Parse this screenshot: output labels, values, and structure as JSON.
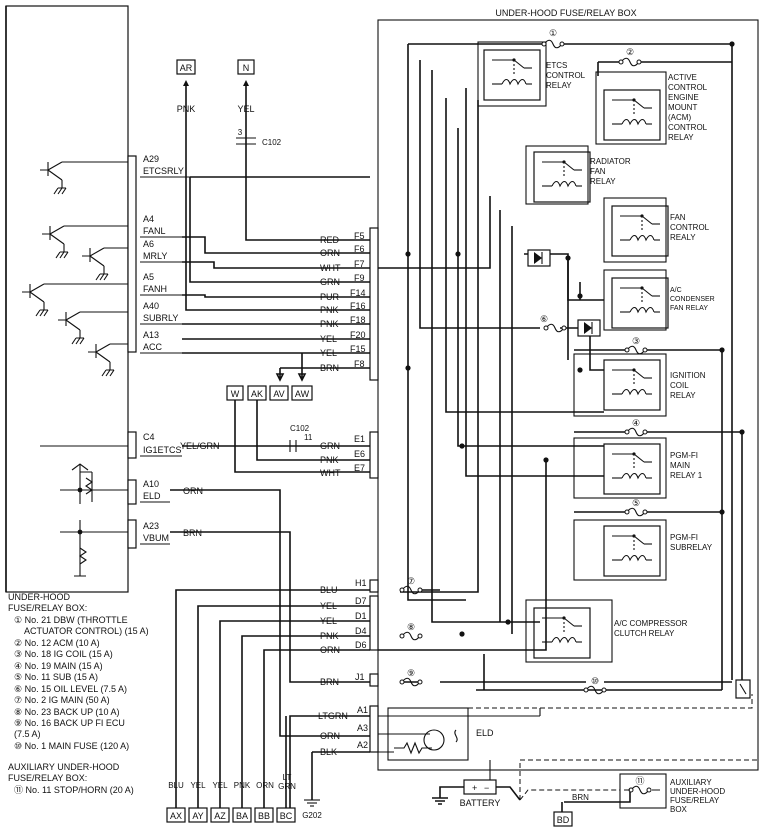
{
  "title": "UNDER-HOOD FUSE/RELAY BOX",
  "connectors": {
    "ar": "AR",
    "n": "N",
    "w": "W",
    "ak": "AK",
    "av": "AV",
    "aw": "AW",
    "ax": "AX",
    "ay": "AY",
    "az": "AZ",
    "ba": "BA",
    "bb": "BB",
    "bc": "BC",
    "bd": "BD"
  },
  "top_wires": {
    "pnk": "PNK",
    "yel": "YEL",
    "pin": "3",
    "conn": "C102"
  },
  "ecm_pins": [
    {
      "pin": "A29",
      "name": "ETCSRLY"
    },
    {
      "pin": "A4",
      "name": "FANL"
    },
    {
      "pin": "A6",
      "name": "MRLY"
    },
    {
      "pin": "A5",
      "name": "FANH"
    },
    {
      "pin": "A40",
      "name": "SUBRLY"
    },
    {
      "pin": "A13",
      "name": "ACC"
    },
    {
      "pin": "C4",
      "name": "IG1ETCS"
    },
    {
      "pin": "A10",
      "name": "ELD"
    },
    {
      "pin": "A23",
      "name": "VBUM"
    }
  ],
  "f_wires": [
    {
      "color": "RED",
      "term": "F5"
    },
    {
      "color": "ORN",
      "term": "F6"
    },
    {
      "color": "WHT",
      "term": "F7"
    },
    {
      "color": "GRN",
      "term": "F9"
    },
    {
      "color": "PUR",
      "term": "F14"
    },
    {
      "color": "PNK",
      "term": "F16"
    },
    {
      "color": "PNK",
      "term": "F18"
    },
    {
      "color": "YEL",
      "term": "F20"
    },
    {
      "color": "YEL",
      "term": "F15"
    },
    {
      "color": "BRN",
      "term": "F8"
    }
  ],
  "e_wires": [
    {
      "color": "GRN",
      "term": "E1"
    },
    {
      "color": "PNK",
      "term": "E6"
    },
    {
      "color": "WHT",
      "term": "E7"
    }
  ],
  "c102b": {
    "conn": "C102",
    "pin": "11"
  },
  "ecm_out": {
    "yelgrn": "YEL/GRN",
    "orn": "ORN",
    "brn": "BRN"
  },
  "lower_wires": [
    {
      "color": "BLU",
      "term": "H1"
    },
    {
      "color": "YEL",
      "term": "D7"
    },
    {
      "color": "YEL",
      "term": "D1"
    },
    {
      "color": "PNK",
      "term": "D4"
    },
    {
      "color": "ORN",
      "term": "D6"
    },
    {
      "color": "BRN",
      "term": "J1"
    }
  ],
  "eld_wires": [
    {
      "color": "LTGRN",
      "term": "A1"
    },
    {
      "color": "ORN",
      "term": "A3"
    },
    {
      "color": "BLK",
      "term": "A2"
    }
  ],
  "relays": {
    "etcs": [
      "ETCS",
      "CONTROL",
      "RELAY"
    ],
    "acm": [
      "ACTIVE",
      "CONTROL",
      "ENGINE",
      "MOUNT",
      "(ACM)",
      "CONTROL",
      "RELAY"
    ],
    "rad": [
      "RADIATOR",
      "FAN",
      "RELAY"
    ],
    "fan": [
      "FAN",
      "CONTROL",
      "REALY"
    ],
    "acfan": [
      "A/C",
      "CONDENSER",
      "FAN RELAY"
    ],
    "ign": [
      "IGNITION",
      "COIL",
      "RELAY"
    ],
    "pgm1": [
      "PGM-FI",
      "MAIN",
      "RELAY 1"
    ],
    "pgmsub": [
      "PGM-FI",
      "SUBRELAY"
    ],
    "acc": [
      "A/C COMPRESSOR",
      "CLUTCH RELAY"
    ],
    "eld": "ELD",
    "aux": [
      "AUXILIARY",
      "UNDER-HOOD",
      "FUSE/RELAY",
      "BOX"
    ]
  },
  "fuse_nums": [
    "①",
    "②",
    "③",
    "④",
    "⑤",
    "⑥",
    "⑦",
    "⑧",
    "⑨",
    "⑩",
    "⑪"
  ],
  "battery": "BATTERY",
  "ground": "G202",
  "bottom_wires": {
    "blu": "BLU",
    "yel1": "YEL",
    "yel2": "YEL",
    "pnk": "PNK",
    "orn": "ORN",
    "lt": "LT",
    "grn": "GRN",
    "brn_aux": "BRN"
  },
  "legend": {
    "heading1": "UNDER-HOOD",
    "heading2": "FUSE/RELAY BOX:",
    "lines": [
      "① No. 21 DBW (THROTTLE",
      "ACTUATOR CONTROL) (15 A)",
      "② No. 12 ACM (10 A)",
      "③ No. 18 IG COIL (15 A)",
      "④ No. 19 MAIN (15 A)",
      "⑤ No. 11 SUB (15 A)",
      "⑥ No. 15 OIL LEVEL (7.5 A)",
      "⑦ No. 2 IG MAIN (50 A)",
      "⑧ No. 23 BACK UP (10 A)",
      "⑨ No. 16 BACK UP FI ECU",
      "(7.5 A)",
      "⑩ No. 1 MAIN FUSE (120 A)"
    ],
    "aux_heading1": "AUXILIARY UNDER-HOOD",
    "aux_heading2": "FUSE/RELAY BOX:",
    "aux_line": "⑪ No. 11 STOP/HORN (20 A)"
  }
}
